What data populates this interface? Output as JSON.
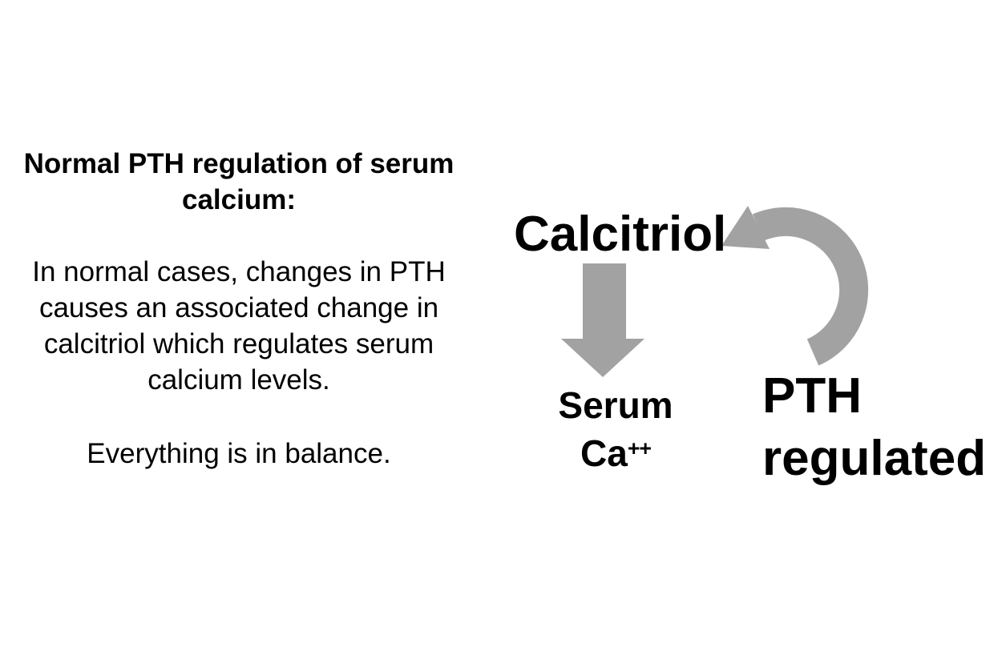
{
  "left_panel": {
    "title": "Normal PTH regulation of serum calcium:",
    "paragraph": "In normal cases, changes in PTH causes an associated change in calcitriol which regulates serum calcium levels.",
    "closing": "Everything is in balance."
  },
  "diagram": {
    "calcitriol_label": "Calcitriol",
    "serum_line1": "Serum",
    "serum_line2_base": "Ca",
    "serum_line2_sup": "++",
    "pth_line1": "PTH",
    "pth_line2": "regulated",
    "arrow_color": "#a2a2a2",
    "text_color": "#000000"
  }
}
